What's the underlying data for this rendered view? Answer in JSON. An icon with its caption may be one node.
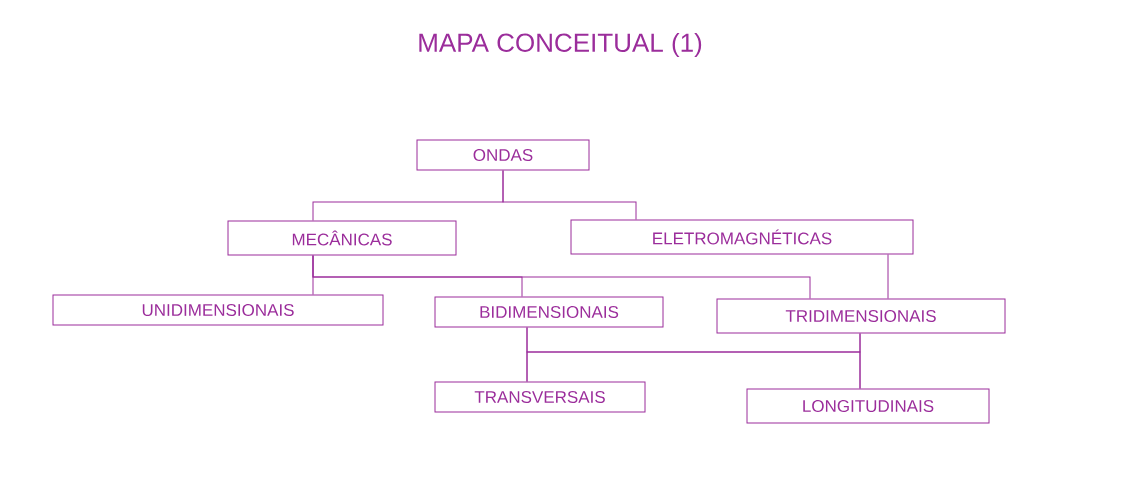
{
  "diagram": {
    "title": "MAPA CONCEITUAL (1)",
    "nodes": [
      {
        "text": [
          "ONDAS"
        ]
      },
      {
        "text": [
          "MECÂNICAS"
        ]
      },
      {
        "text": [
          "ELETROMAGNÉTICAS"
        ]
      },
      {
        "text": [
          "UNIDIMENSIONAIS"
        ]
      },
      {
        "text": [
          "BIDIMENSIONAIS"
        ]
      },
      {
        "text": [
          "TRIDIMENSIONAIS"
        ]
      },
      {
        "text": [
          "TRANSVERSAIS"
        ]
      },
      {
        "text": [
          "LONGITUDINAIS"
        ]
      }
    ],
    "edges": [
      {
        "from": 0,
        "to": 1,
        "arrow": "none"
      },
      {
        "from": 0,
        "to": 2,
        "arrow": "none"
      },
      {
        "from": 1,
        "to": 3,
        "arrow": "none"
      },
      {
        "from": 1,
        "to": 4,
        "arrow": "none"
      },
      {
        "from": 1,
        "to": 5,
        "arrow": "none"
      },
      {
        "from": 2,
        "to": 5,
        "arrow": "none"
      },
      {
        "from": 4,
        "to": 6,
        "arrow": "none"
      },
      {
        "from": 4,
        "to": 7,
        "arrow": "none"
      },
      {
        "from": 5,
        "to": 6,
        "arrow": "none"
      },
      {
        "from": 5,
        "to": 7,
        "arrow": "none"
      }
    ]
  }
}
